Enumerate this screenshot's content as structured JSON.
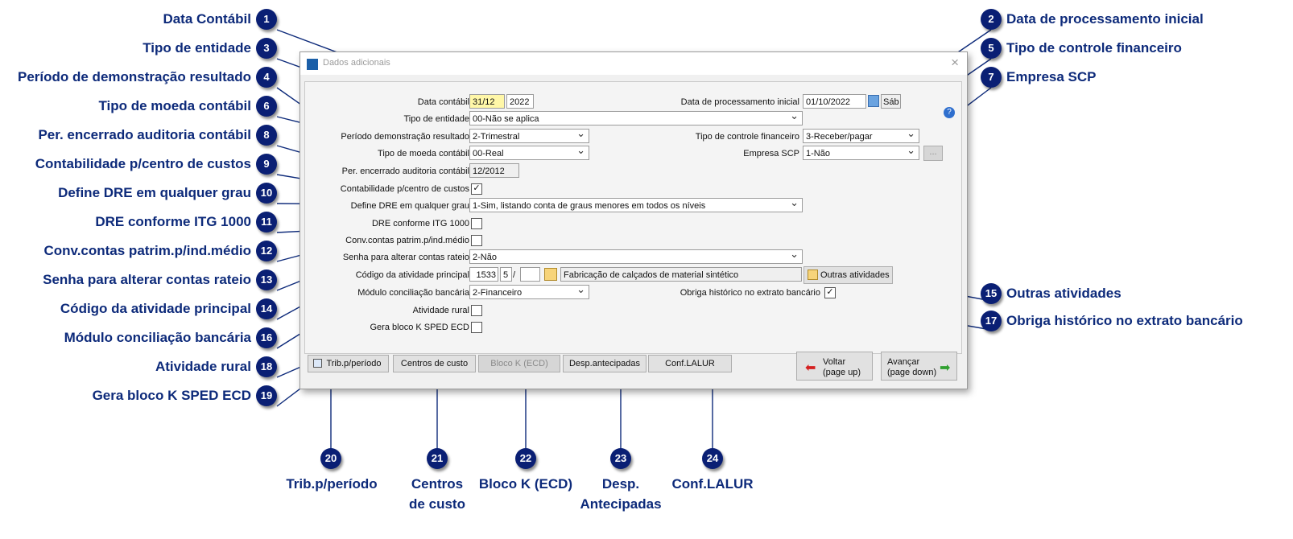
{
  "callouts": {
    "c1": {
      "num": "1",
      "text": "Data Contábil"
    },
    "c2": {
      "num": "2",
      "text": "Data de processamento inicial"
    },
    "c3": {
      "num": "3",
      "text": "Tipo de entidade"
    },
    "c4": {
      "num": "4",
      "text": "Período de demonstração resultado"
    },
    "c5": {
      "num": "5",
      "text": "Tipo de controle financeiro"
    },
    "c6": {
      "num": "6",
      "text": "Tipo de moeda contábil"
    },
    "c7": {
      "num": "7",
      "text": "Empresa SCP"
    },
    "c8": {
      "num": "8",
      "text": "Per. encerrado auditoria contábil"
    },
    "c9": {
      "num": "9",
      "text": "Contabilidade p/centro de custos"
    },
    "c10": {
      "num": "10",
      "text": "Define DRE em qualquer grau"
    },
    "c11": {
      "num": "11",
      "text": "DRE conforme ITG 1000"
    },
    "c12": {
      "num": "12",
      "text": "Conv.contas patrim.p/ind.médio"
    },
    "c13": {
      "num": "13",
      "text": "Senha para alterar contas rateio"
    },
    "c14": {
      "num": "14",
      "text": "Código da atividade principal"
    },
    "c15": {
      "num": "15",
      "text": "Outras atividades"
    },
    "c16": {
      "num": "16",
      "text": "Módulo conciliação bancária"
    },
    "c17": {
      "num": "17",
      "text": "Obriga histórico no extrato bancário"
    },
    "c18": {
      "num": "18",
      "text": "Atividade rural"
    },
    "c19": {
      "num": "19",
      "text": "Gera bloco K SPED ECD"
    },
    "c20": {
      "num": "20",
      "text": "Trib.p/período"
    },
    "c21": {
      "num": "21",
      "text1": "Centros",
      "text2": "de custo"
    },
    "c22": {
      "num": "22",
      "text": "Bloco K (ECD)"
    },
    "c23": {
      "num": "23",
      "text1": "Desp.",
      "text2": "Antecipadas"
    },
    "c24": {
      "num": "24",
      "text": "Conf.LALUR"
    }
  },
  "dialog": {
    "title": "Dados adicionais",
    "close": "×",
    "help": "?",
    "fields": {
      "data_contabil": {
        "label": "Data contábil",
        "day": "31/12",
        "year": "2022"
      },
      "tipo_entidade": {
        "label": "Tipo de entidade",
        "value": "00-Não se aplica"
      },
      "periodo_dem": {
        "label": "Período demonstração resultado",
        "value": "2-Trimestral"
      },
      "tipo_moeda": {
        "label": "Tipo de moeda contábil",
        "value": "00-Real"
      },
      "per_encerrado": {
        "label": "Per. encerrado auditoria contábil",
        "value": "12/2012"
      },
      "contab_cc": {
        "label": "Contabilidade p/centro de custos",
        "checked": "✓"
      },
      "define_dre": {
        "label": "Define DRE em qualquer grau",
        "value": "1-Sim, listando conta de graus menores em todos os níveis"
      },
      "dre_itg": {
        "label": "DRE conforme ITG 1000",
        "checked": ""
      },
      "conv_contas": {
        "label": "Conv.contas patrim.p/ind.médio",
        "checked": ""
      },
      "senha_rateio": {
        "label": "Senha para alterar contas rateio",
        "value": "2-Não"
      },
      "cod_atividade": {
        "label": "Código da atividade principal",
        "code": "1533",
        "digit": "5",
        "sep": "/",
        "extra": "",
        "desc": "Fabricação de calçados de material sintético"
      },
      "modulo_conc": {
        "label": "Módulo conciliação bancária",
        "value": "2-Financeiro"
      },
      "ativ_rural": {
        "label": "Atividade rural",
        "checked": ""
      },
      "bloco_k": {
        "label": "Gera bloco K SPED ECD",
        "checked": ""
      },
      "data_proc": {
        "label": "Data de processamento inicial",
        "value": "01/10/2022",
        "weekday": "Sáb"
      },
      "tipo_ctrl_fin": {
        "label": "Tipo de controle financeiro",
        "value": "3-Receber/pagar"
      },
      "empresa_scp": {
        "label": "Empresa SCP",
        "value": "1-Não",
        "ellipsis": "..."
      },
      "obriga_hist": {
        "label": "Obriga histórico no extrato bancário",
        "checked": "✓"
      }
    },
    "buttons": {
      "outras_atividades": "Outras atividades",
      "trib_periodo": "Trib.p/período",
      "centros_custo": "Centros de custo",
      "bloco_k_ecd": "Bloco K (ECD)",
      "desp_antecipadas": "Desp.antecipadas",
      "conf_lalur": "Conf.LALUR",
      "voltar1": "Voltar",
      "voltar2": "(page up)",
      "avancar1": "Avançar",
      "avancar2": "(page down)"
    }
  },
  "colors": {
    "callout_text": "#0d2a7a",
    "badge": "#0a1f74",
    "highlight": "#fff7a8"
  }
}
